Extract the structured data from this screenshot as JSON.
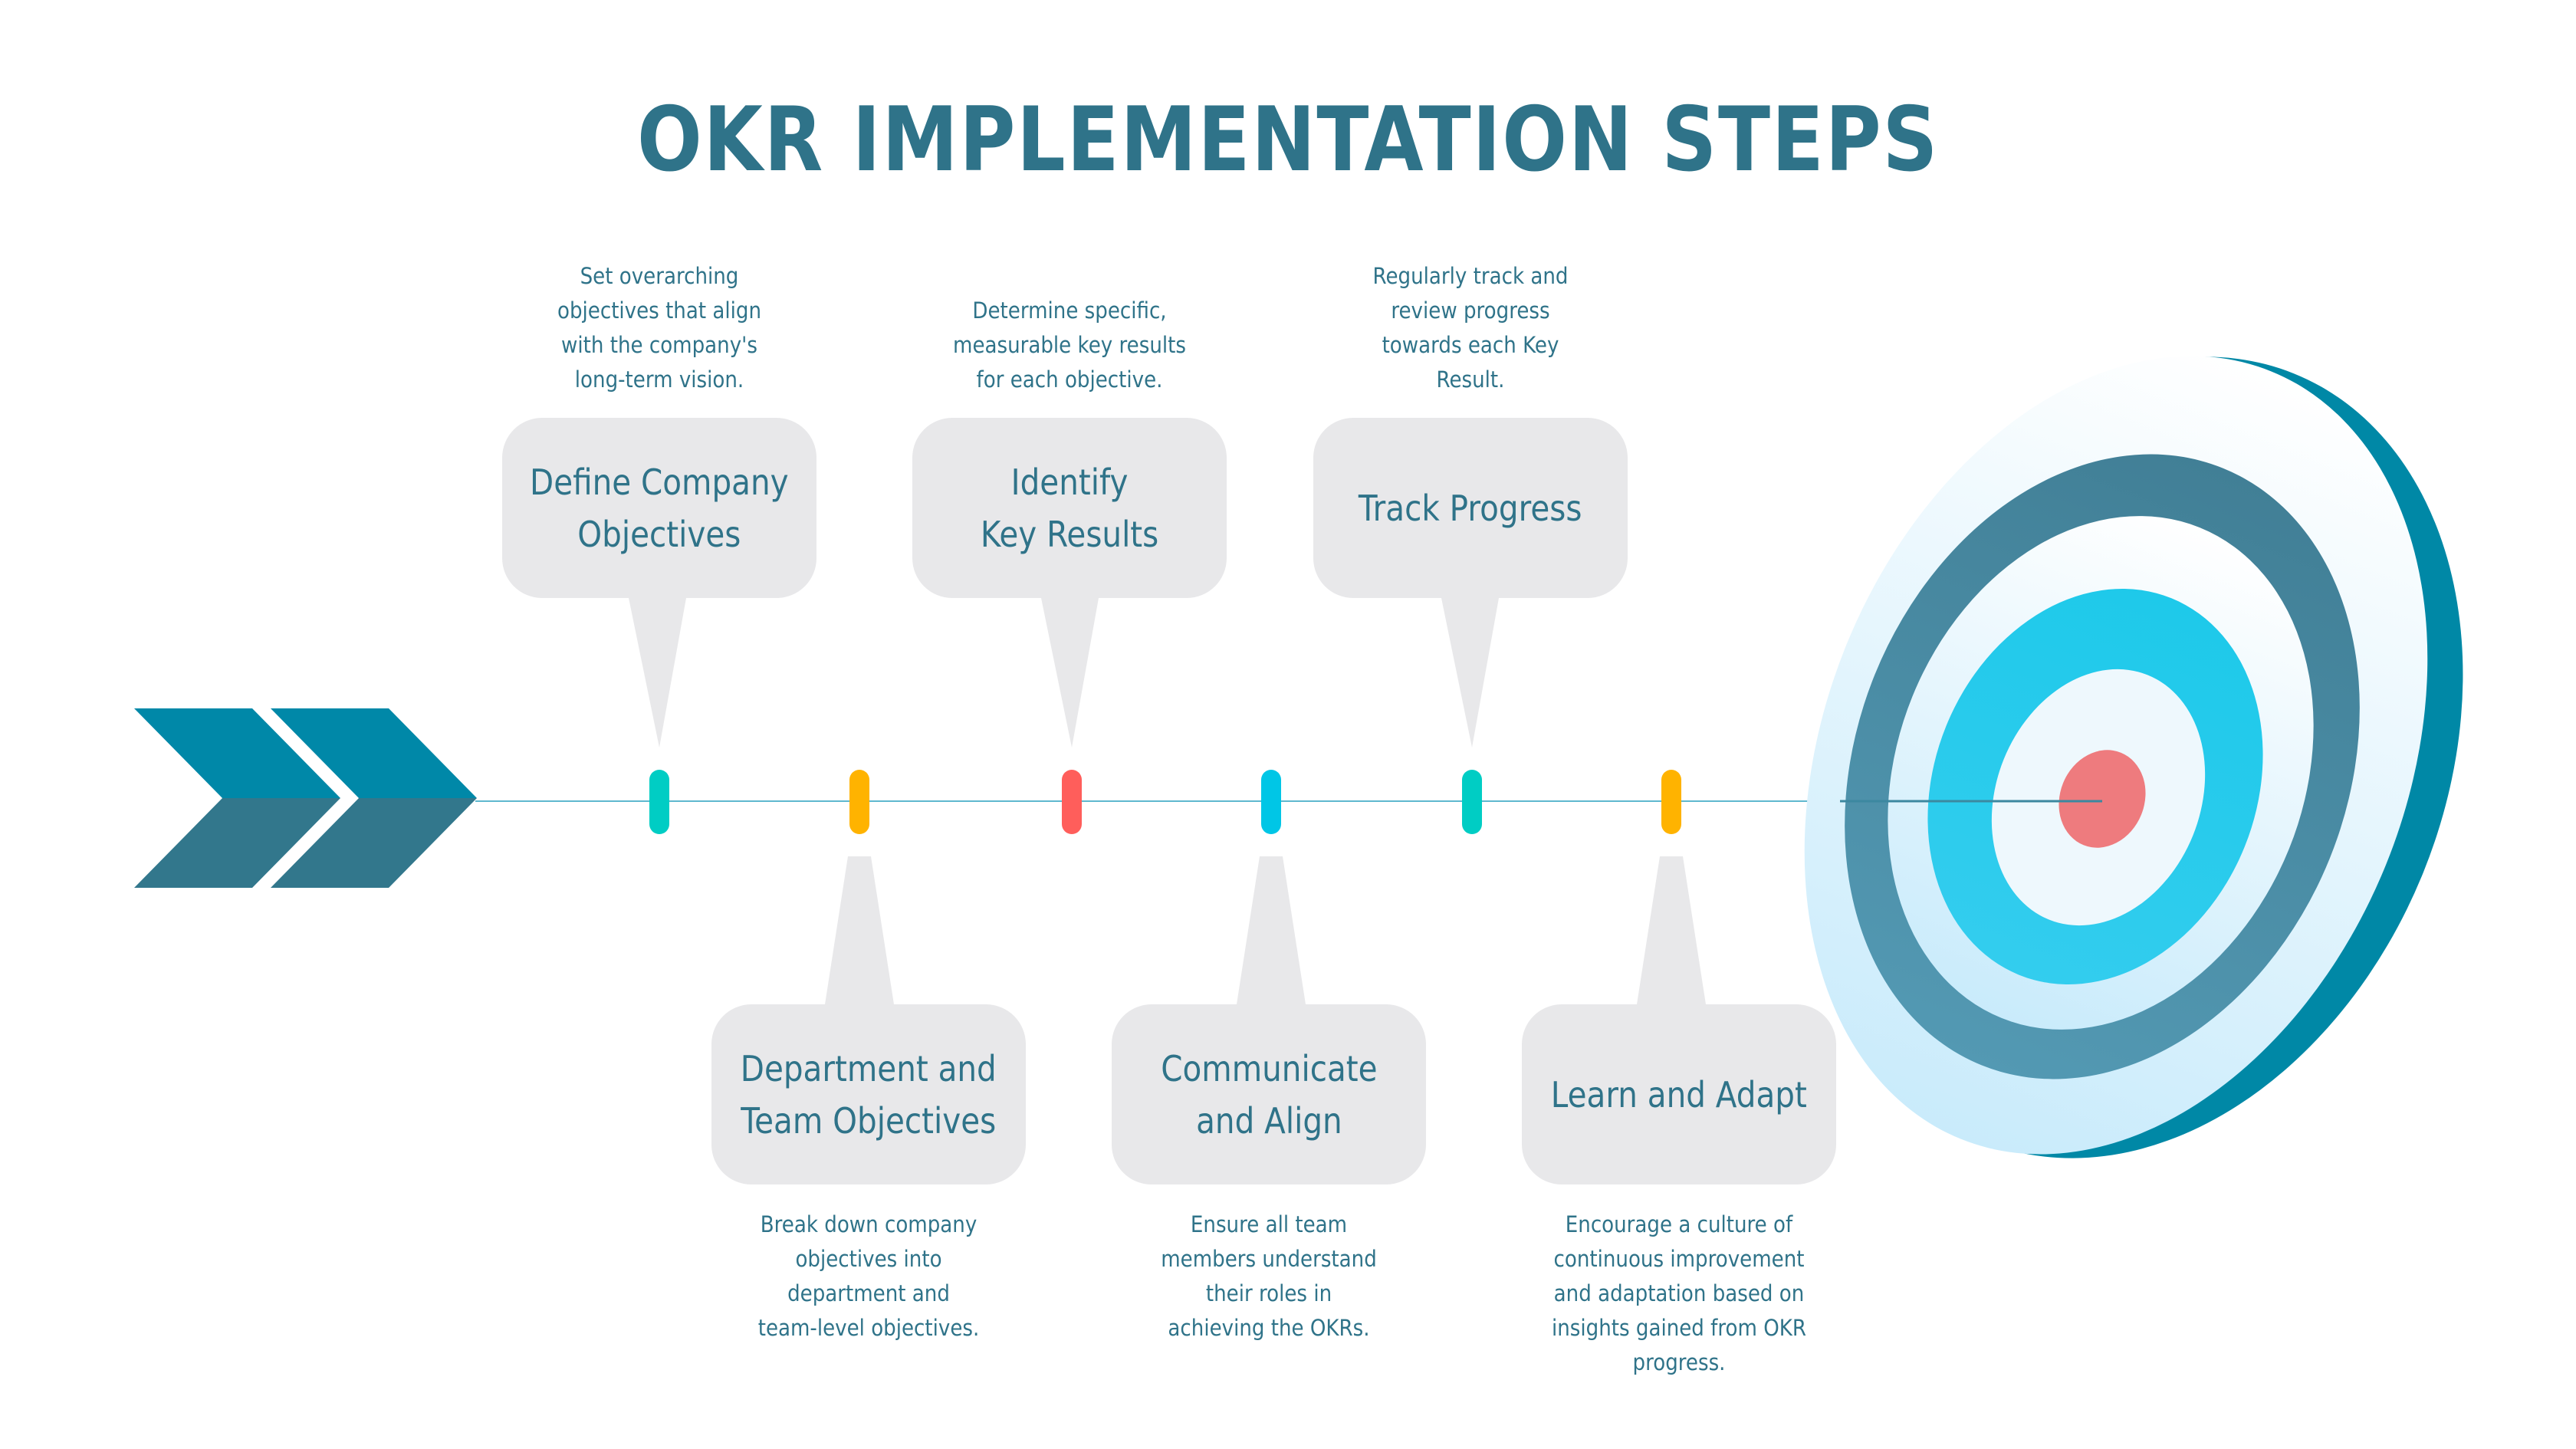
{
  "title": "OKR IMPLEMENTATION STEPS",
  "colors": {
    "title": "#2f7389",
    "text": "#2f7389",
    "box": "#e8e8ea",
    "chevron_top": "#0088a8",
    "chevron_bottom": "#32778c",
    "line": "#5fb8cf",
    "target_outer_ring": "#4a8ca3",
    "target_inner_ring": "#22cbeb",
    "target_bullseye": "#ee7b7e",
    "target_rim": "#0088a6"
  },
  "steps": [
    {
      "label": "Define Company\nObjectives",
      "description": "Set overarching objectives that align with the company's long-term vision.",
      "position": "top",
      "marker_color": "#00cdc4"
    },
    {
      "label": "Department and\nTeam Objectives",
      "description": "Break down company objectives into department and team-level objectives.",
      "position": "bottom",
      "marker_color": "#ffb300"
    },
    {
      "label": "Identify\nKey Results",
      "description": "Determine specific, measurable key results for each objective.",
      "position": "top",
      "marker_color": "#ff5e5b"
    },
    {
      "label": "Communicate\nand Align",
      "description": "Ensure all team members understand their roles in achieving the OKRs.",
      "position": "bottom",
      "marker_color": "#00c6e6"
    },
    {
      "label": "Track Progress",
      "description": "Regularly track and review progress towards each Key Result.",
      "position": "top",
      "marker_color": "#00cdc4"
    },
    {
      "label": "Learn and Adapt",
      "description": "Encourage a culture of continuous improvement and adaptation based on insights gained from OKR progress.",
      "position": "bottom",
      "marker_color": "#ffb300"
    }
  ]
}
